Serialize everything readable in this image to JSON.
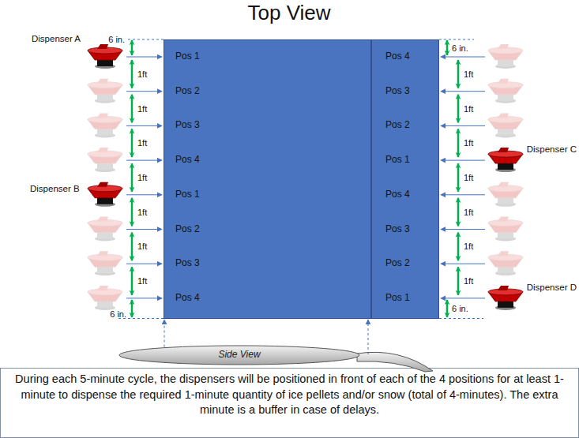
{
  "diagram": {
    "title": "Top View",
    "caption": "During each 5-minute cycle, the dispensers will be positioned in front of each of the 4 positions for at least 1-minute to dispense the required 1-minute quantity of ice pellets and/or snow (total of 4-minutes). The extra minute is a buffer in case of delays.",
    "nodes": [
      {
        "text": [
          "Pos 1",
          "Pos 2",
          "Pos 3",
          "Pos 4",
          "Pos 1",
          "Pos 2",
          "Pos 3",
          "Pos 4"
        ]
      },
      {
        "text": [
          "Pos 4",
          "Pos 3",
          "Pos 2",
          "Pos 1",
          "Pos 4",
          "Pos 3",
          "Pos 2",
          "Pos 1"
        ]
      },
      {
        "text": [
          "Side View"
        ]
      }
    ],
    "edges": [
      {
        "from": 2,
        "to": 0,
        "arrow": "to"
      },
      {
        "from": 2,
        "to": 1,
        "arrow": "to"
      }
    ],
    "labels": [
      "Dispenser A",
      "6 in.",
      "6 in.",
      "Dispenser B",
      "Dispenser C",
      "Dispenser D",
      "6 in.",
      "6 in.",
      "1ft",
      "1ft",
      "1ft",
      "1ft",
      "1ft",
      "1ft",
      "1ft",
      "1ft",
      "1ft",
      "1ft",
      "1ft",
      "1ft",
      "1ft",
      "1ft"
    ]
  }
}
